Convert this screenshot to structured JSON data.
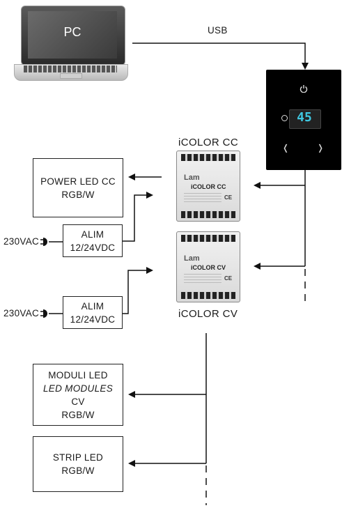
{
  "pc": {
    "screen_label": "PC"
  },
  "usb_label": "USB",
  "panel": {
    "display_value": "45"
  },
  "controllers": {
    "cc": {
      "caption": "iCOLOR CC",
      "device_label": "iCOLOR CC",
      "brand": "Lam"
    },
    "cv": {
      "caption": "iCOLOR CV",
      "device_label": "iCOLOR CV",
      "brand": "Lam"
    }
  },
  "boxes": {
    "power_led": {
      "lines": [
        "POWER LED CC",
        "RGB/W"
      ]
    },
    "alim_top": {
      "lines": [
        "ALIM",
        "12/24VDC"
      ]
    },
    "alim_bottom": {
      "lines": [
        "ALIM",
        "12/24VDC"
      ]
    },
    "moduli": {
      "line1": "MODULI LED",
      "line2": "LED MODULES",
      "line3": "CV",
      "line4": "RGB/W"
    },
    "strip": {
      "lines": [
        "STRIP LED",
        "RGB/W"
      ]
    }
  },
  "mains": {
    "top": "230VAC",
    "bottom": "230VAC"
  }
}
